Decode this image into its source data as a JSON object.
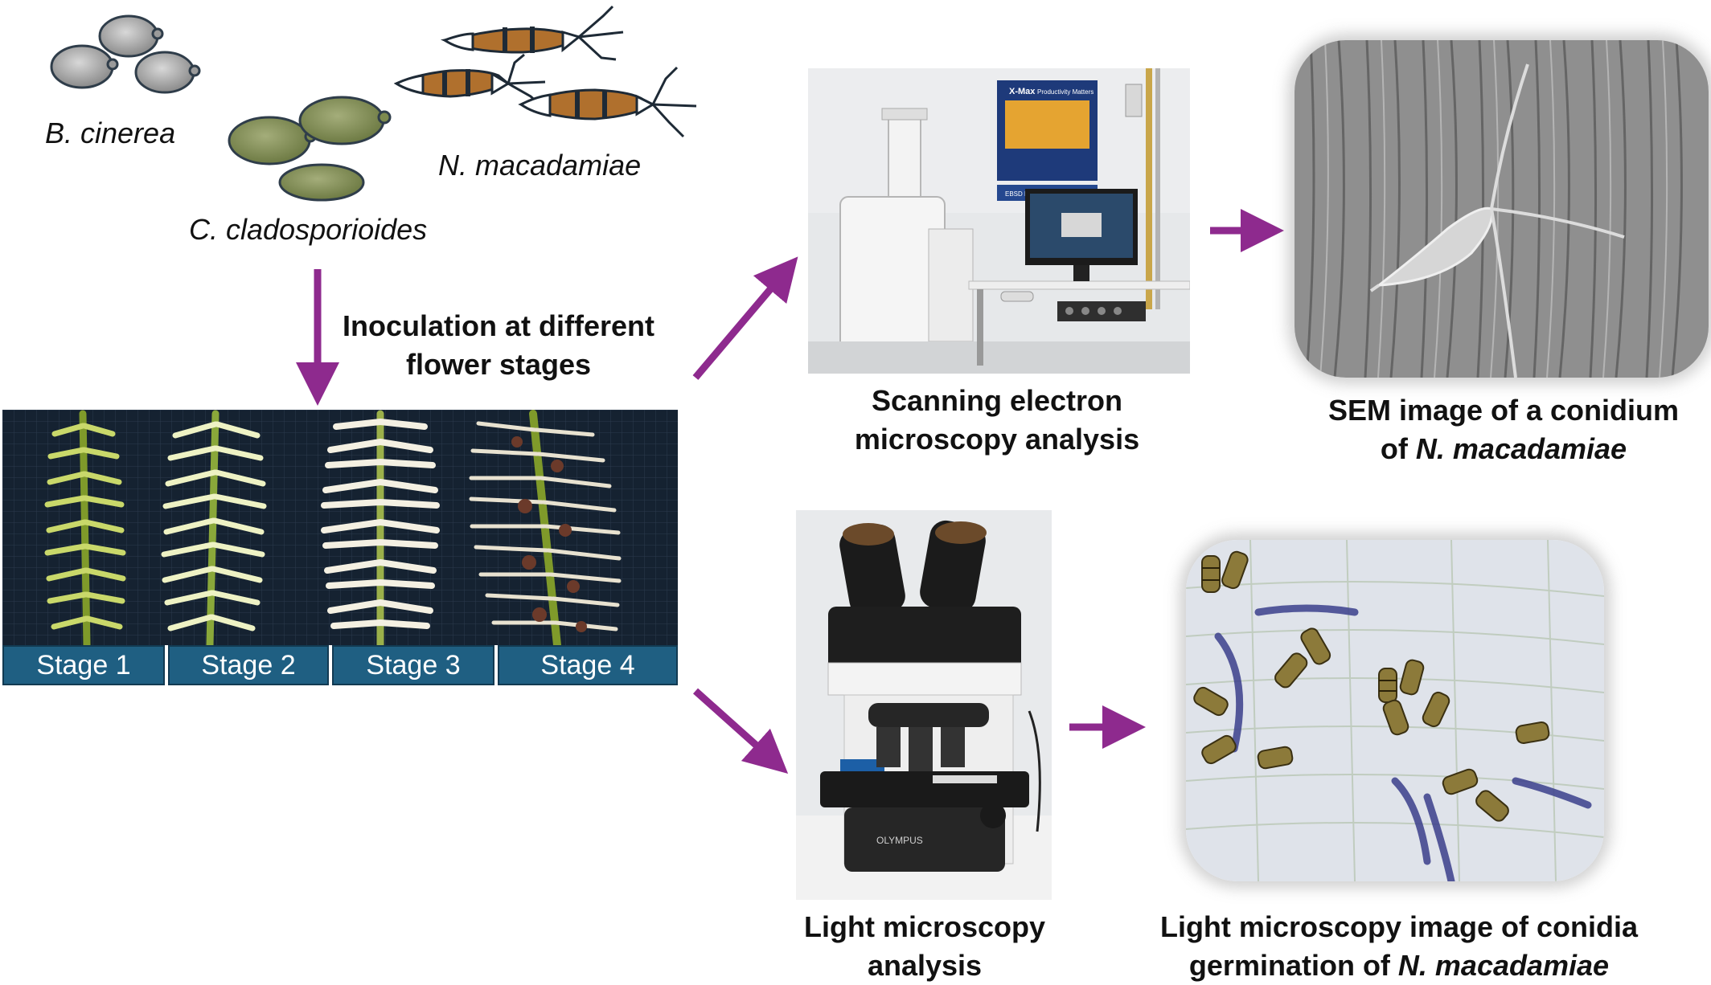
{
  "species": {
    "b_cinerea": "B. cinerea",
    "c_cladosporioides": "C. cladosporioides",
    "n_macadamiae": "N. macadamiae"
  },
  "inoculation": {
    "line1": "Inoculation at different",
    "line2": "flower stages"
  },
  "stages": [
    "Stage 1",
    "Stage 2",
    "Stage 3",
    "Stage 4"
  ],
  "sem_analysis": {
    "line1": "Scanning electron",
    "line2": "microscopy analysis"
  },
  "sem_image": {
    "line1": "SEM image of a conidium",
    "line2_prefix": "of ",
    "line2_species": "N. macadamiae"
  },
  "light_analysis": {
    "line1": "Light microscopy",
    "line2": "analysis"
  },
  "light_image": {
    "line1": "Light microscopy image of conidia",
    "line2_prefix": "germination of ",
    "line2_species": "N. macadamiae"
  },
  "poster": {
    "title": "X-Max",
    "subtitle": "Productivity Matters",
    "footer": "EBSD Explained"
  },
  "microscope_brand": "OLYMPUS",
  "colors": {
    "arrow": "#8e2a8e",
    "stage_fill": "#1f5f82",
    "botrytis": "#9a9a9a",
    "clado": "#7d8a4e",
    "neopest_band": "#b0702d"
  }
}
